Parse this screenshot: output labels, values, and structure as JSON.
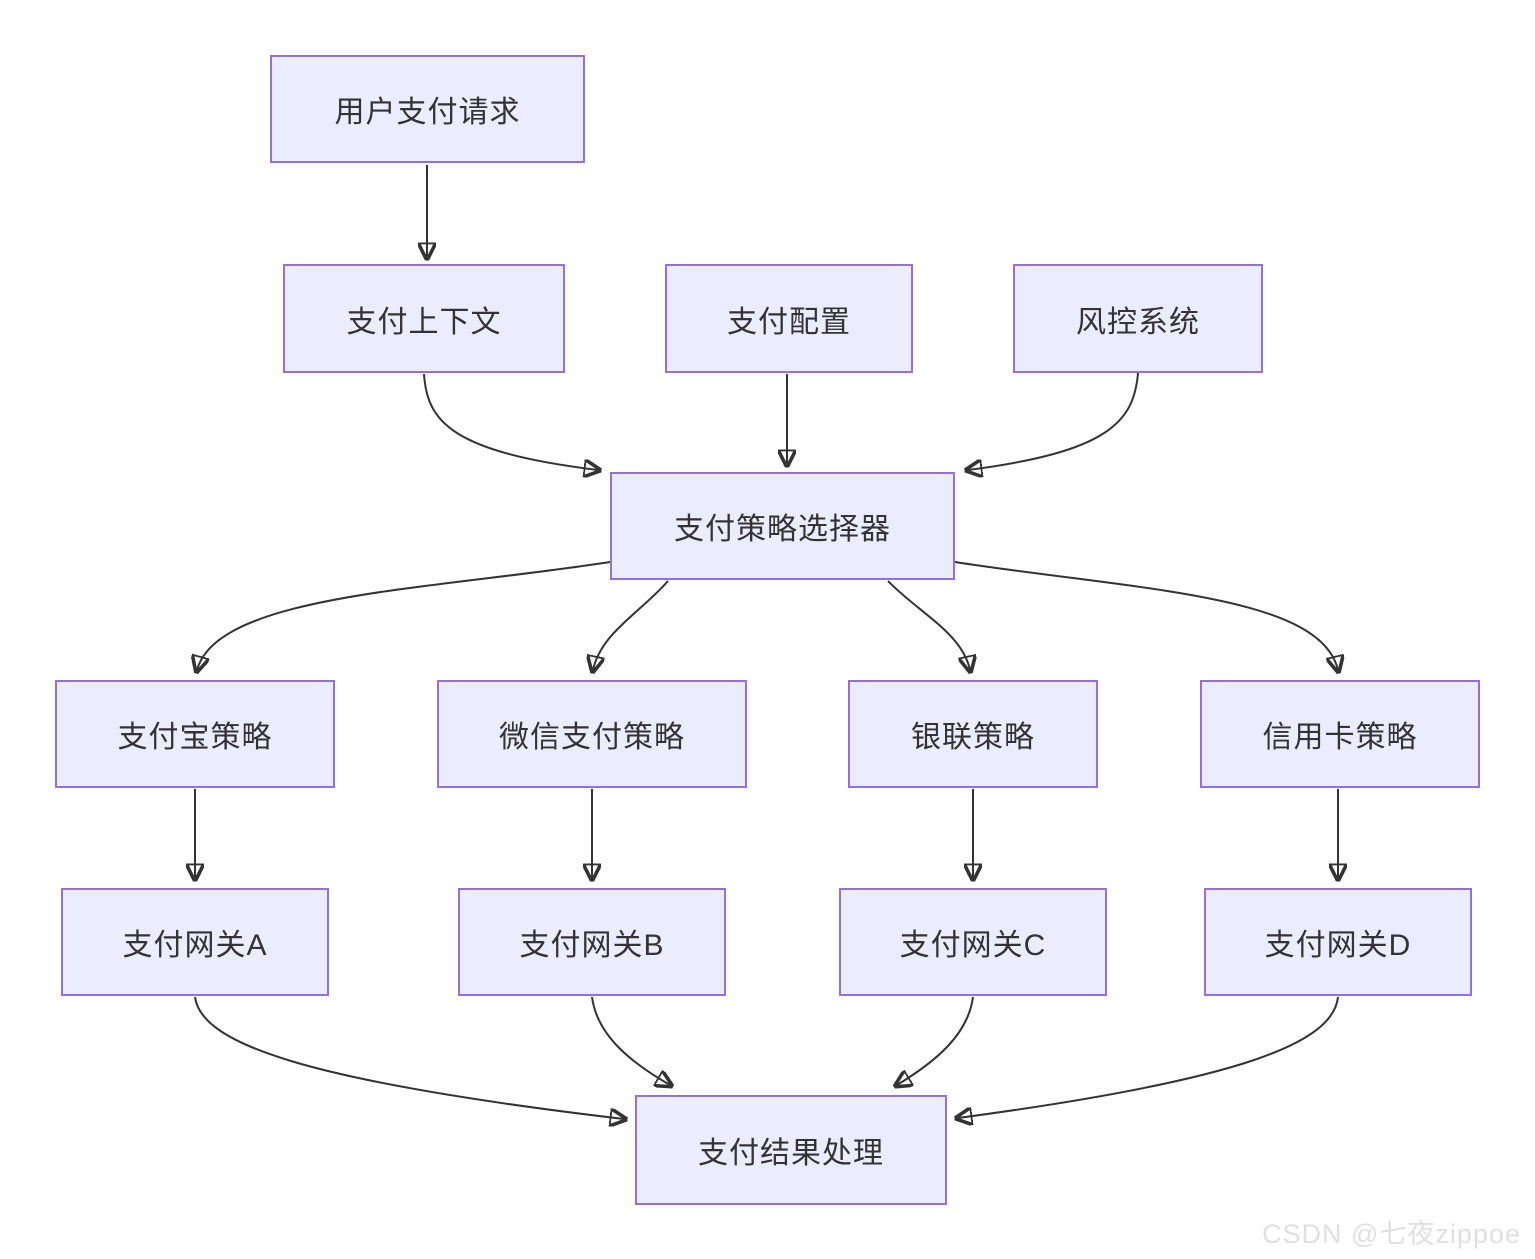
{
  "diagram": {
    "title_hint": "payment-strategy-flowchart",
    "nodes": [
      {
        "id": "user_request",
        "label": "用户支付请求"
      },
      {
        "id": "payment_context",
        "label": "支付上下文"
      },
      {
        "id": "payment_config",
        "label": "支付配置"
      },
      {
        "id": "risk_control",
        "label": "风控系统"
      },
      {
        "id": "strategy_selector",
        "label": "支付策略选择器"
      },
      {
        "id": "alipay_strategy",
        "label": "支付宝策略"
      },
      {
        "id": "wechat_strategy",
        "label": "微信支付策略"
      },
      {
        "id": "unionpay_strategy",
        "label": "银联策略"
      },
      {
        "id": "credit_strategy",
        "label": "信用卡策略"
      },
      {
        "id": "gateway_a",
        "label": "支付网关A"
      },
      {
        "id": "gateway_b",
        "label": "支付网关B"
      },
      {
        "id": "gateway_c",
        "label": "支付网关C"
      },
      {
        "id": "gateway_d",
        "label": "支付网关D"
      },
      {
        "id": "result_handler",
        "label": "支付结果处理"
      }
    ],
    "edges": [
      {
        "from": "user_request",
        "to": "payment_context"
      },
      {
        "from": "payment_context",
        "to": "strategy_selector"
      },
      {
        "from": "payment_config",
        "to": "strategy_selector"
      },
      {
        "from": "risk_control",
        "to": "strategy_selector"
      },
      {
        "from": "strategy_selector",
        "to": "alipay_strategy"
      },
      {
        "from": "strategy_selector",
        "to": "wechat_strategy"
      },
      {
        "from": "strategy_selector",
        "to": "unionpay_strategy"
      },
      {
        "from": "strategy_selector",
        "to": "credit_strategy"
      },
      {
        "from": "alipay_strategy",
        "to": "gateway_a"
      },
      {
        "from": "wechat_strategy",
        "to": "gateway_b"
      },
      {
        "from": "unionpay_strategy",
        "to": "gateway_c"
      },
      {
        "from": "credit_strategy",
        "to": "gateway_d"
      },
      {
        "from": "gateway_a",
        "to": "result_handler"
      },
      {
        "from": "gateway_b",
        "to": "result_handler"
      },
      {
        "from": "gateway_c",
        "to": "result_handler"
      },
      {
        "from": "gateway_d",
        "to": "result_handler"
      }
    ]
  },
  "watermark": "CSDN @七夜zippoe",
  "colors": {
    "node_fill": "#ECECFF",
    "node_border": "#9370DB",
    "edge": "#333333",
    "node_text": "#333333",
    "watermark": "#e0e0e0"
  }
}
